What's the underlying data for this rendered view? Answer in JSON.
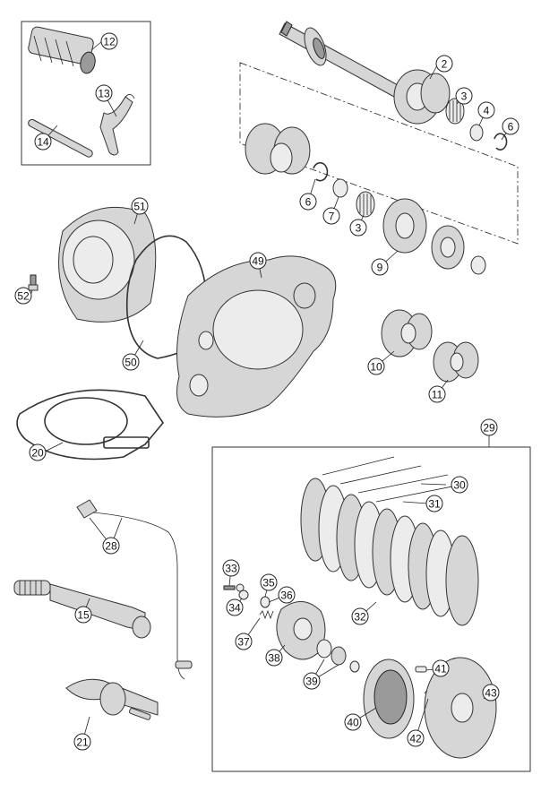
{
  "diagram": {
    "callouts": [
      "12",
      "13",
      "14",
      "2",
      "3",
      "4",
      "6",
      "6",
      "7",
      "3",
      "51",
      "49",
      "9",
      "52",
      "50",
      "10",
      "11",
      "20",
      "29",
      "30",
      "31",
      "28",
      "33",
      "35",
      "36",
      "34",
      "15",
      "32",
      "37",
      "38",
      "39",
      "41",
      "43",
      "40",
      "42",
      "21"
    ]
  }
}
